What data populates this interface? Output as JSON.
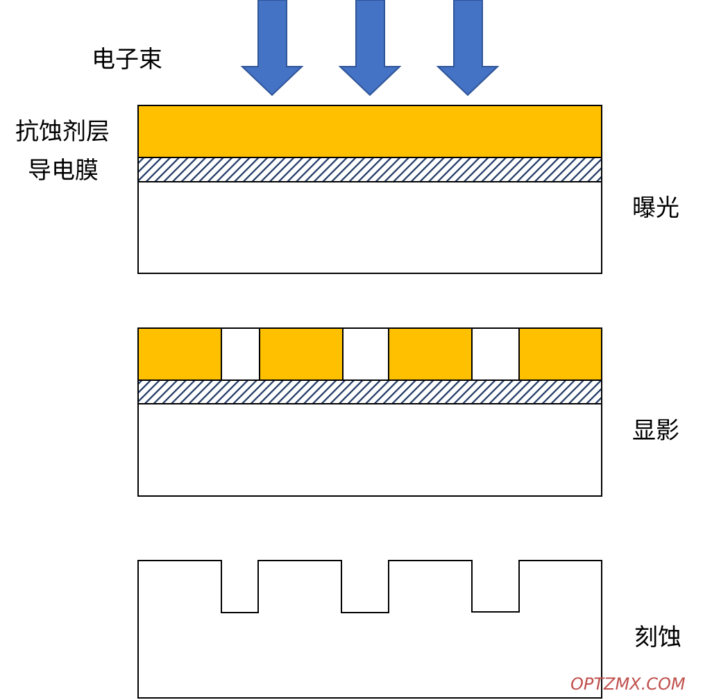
{
  "labels": {
    "electron_beam": "电子束",
    "resist_layer": "抗蚀剂层",
    "conductive_film": "导电膜",
    "step_exposure": "曝光",
    "step_development": "显影",
    "step_etching": "刻蚀"
  },
  "watermark": "OPTZMX.COM",
  "colors": {
    "resist": "#ffc000",
    "arrow_fill": "#4472c4",
    "arrow_stroke": "#2f5597",
    "hatch": "#1f3864",
    "outline": "#000000",
    "watermark": "#c0504d"
  },
  "icons": {
    "arrow": "down-arrow-icon"
  }
}
